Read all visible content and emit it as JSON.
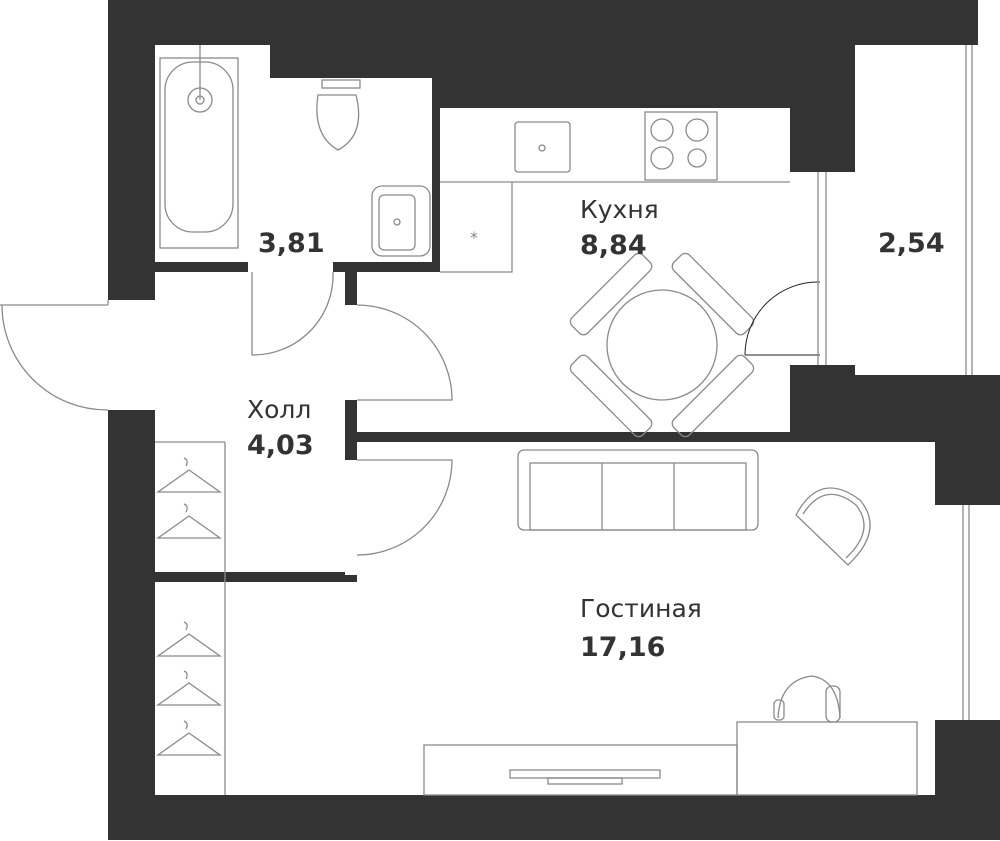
{
  "plan": {
    "wall_color": "#333333",
    "rooms": [
      {
        "id": "bathroom",
        "name": "",
        "area": "3,81"
      },
      {
        "id": "kitchen",
        "name": "Кухня",
        "area": "8,84"
      },
      {
        "id": "balcony",
        "name": "",
        "area": "2,54"
      },
      {
        "id": "hall",
        "name": "Холл",
        "area": "4,03"
      },
      {
        "id": "living",
        "name": "Гостиная",
        "area": "17,16"
      }
    ]
  }
}
